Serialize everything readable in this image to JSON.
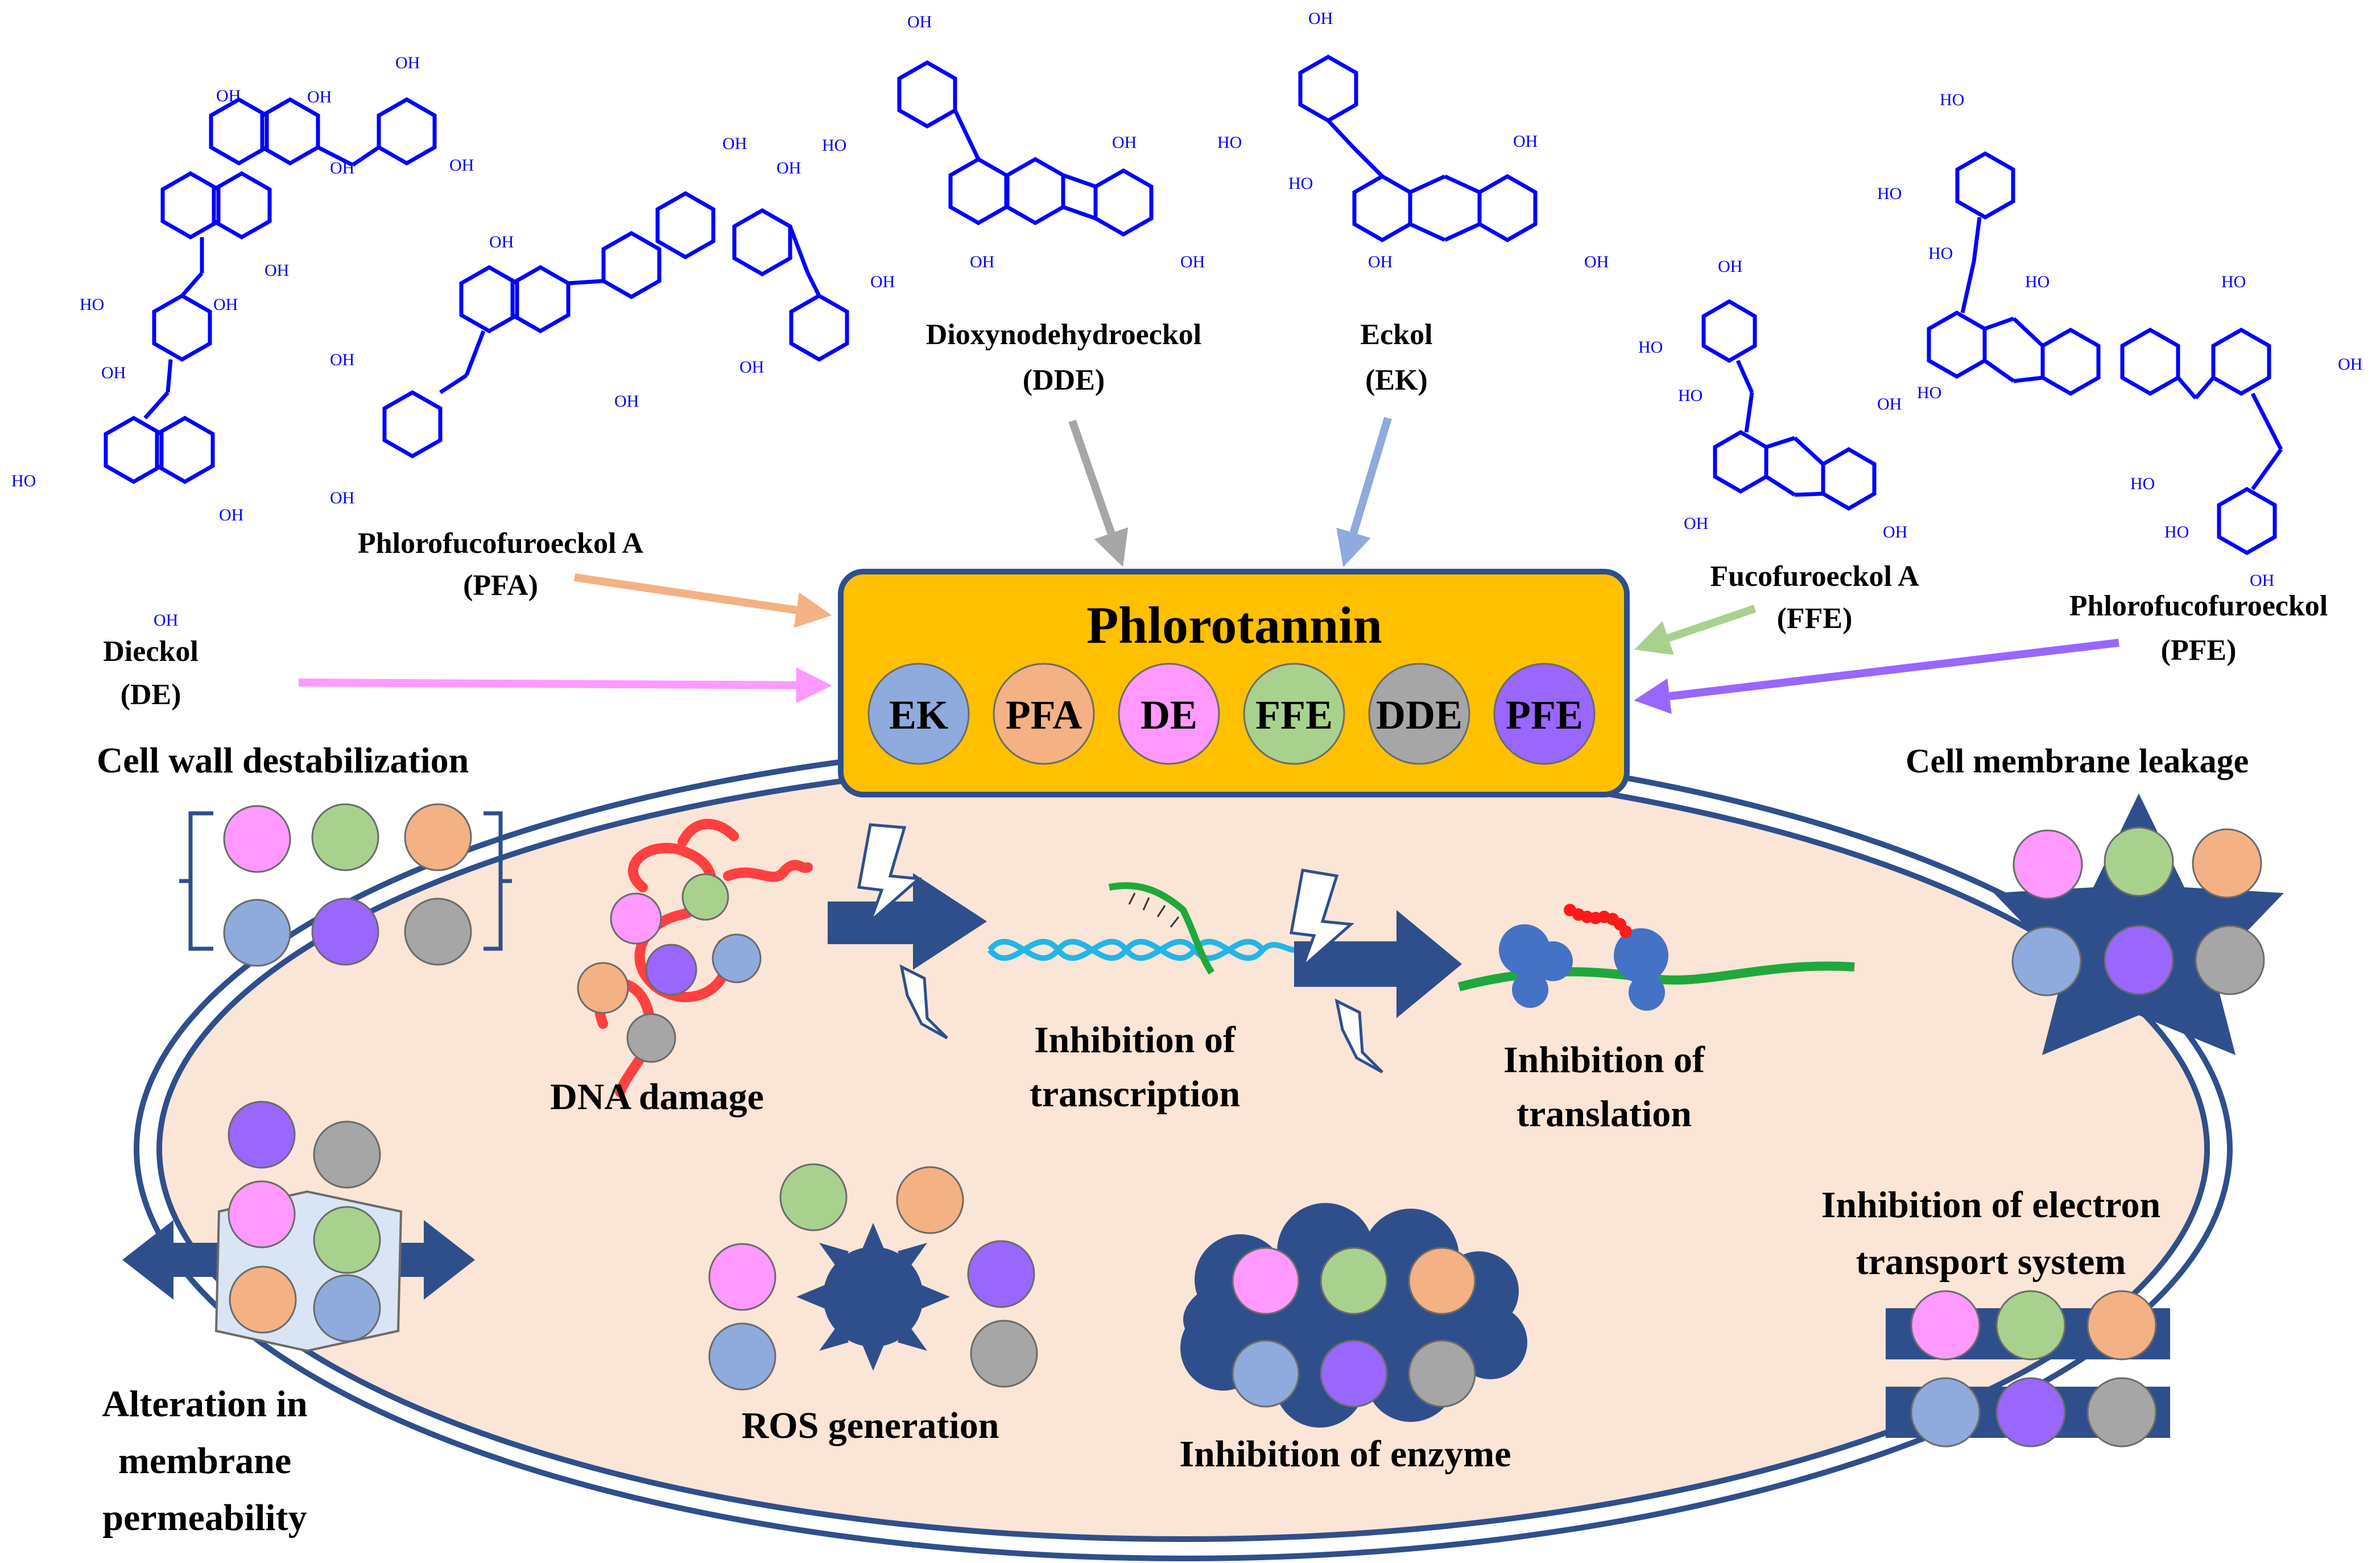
{
  "colors": {
    "structure": "#0000ff",
    "navy": "#2f4f8c",
    "cell_fill": "#fbe5d6",
    "box_fill": "#ffc000",
    "EK": "#8faadc",
    "PFA": "#f4b183",
    "DE": "#ff99ff",
    "FFE": "#a9d18e",
    "DDE": "#a6a6a6",
    "PFE": "#9966ff",
    "arrow_pink": "#ff99ff",
    "arrow_orange": "#f4b183",
    "arrow_gray": "#a6a6a6",
    "arrow_blue": "#8faadc",
    "arrow_green": "#a9d18e",
    "arrow_purple": "#9966ff",
    "dna_red": "#ff4040",
    "dna_cyan": "#22b5e8",
    "strand_green": "#20a83c"
  },
  "compounds": {
    "dieckol": {
      "name": "Dieckol",
      "abbr": "(DE)"
    },
    "pfa": {
      "name": "Phlorofucofuroeckol A",
      "abbr": "(PFA)"
    },
    "dde": {
      "name": "Dioxynodehydroeckol",
      "abbr": "(DDE)"
    },
    "eckol": {
      "name": "Eckol",
      "abbr": "(EK)"
    },
    "ffe": {
      "name": "Fucofuroeckol A",
      "abbr": "(FFE)"
    },
    "pfe": {
      "name": "Phlorofucofuroeckol",
      "abbr": "(PFE)"
    }
  },
  "oh_label": "OH",
  "ho_label": "HO",
  "central": {
    "title": "Phlorotannin",
    "chips": [
      "EK",
      "PFA",
      "DE",
      "FFE",
      "DDE",
      "PFE"
    ]
  },
  "mechanisms": {
    "cell_wall": "Cell wall destabilization",
    "membrane_leakage": "Cell membrane  leakage",
    "dna_damage": "DNA damage",
    "transcription": [
      "Inhibition of",
      "transcription"
    ],
    "translation": [
      "Inhibition of",
      "translation"
    ],
    "electron_transport": [
      "Inhibition of electron",
      "transport system"
    ],
    "permeability": [
      "Alteration in",
      "membrane",
      "permeability"
    ],
    "ros": "ROS generation",
    "enzyme": "Inhibition of enzyme"
  }
}
